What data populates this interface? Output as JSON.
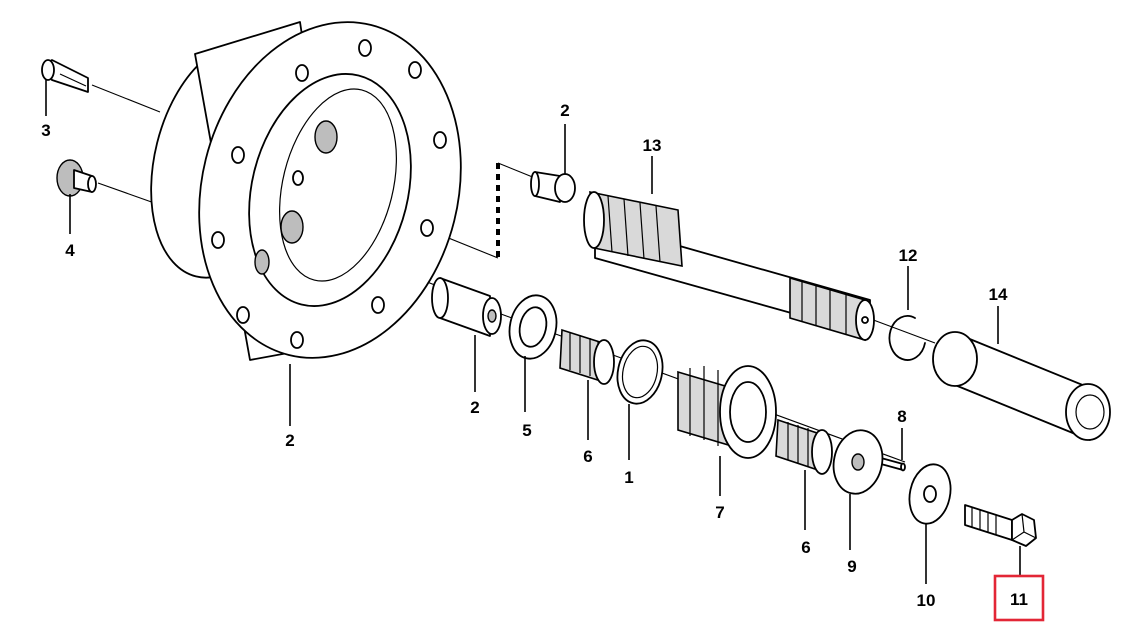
{
  "colors": {
    "ink": "#000000",
    "highlight": "#e32636",
    "paper": "#ffffff"
  },
  "labels": {
    "p3": "3",
    "p4": "4",
    "p2_hub": "2",
    "p2_bushing": "2",
    "p2_plug": "2",
    "p13": "13",
    "p12": "12",
    "p14": "14",
    "p5": "5",
    "p6_a": "6",
    "p1": "1",
    "p7": "7",
    "p6_b": "6",
    "p8": "8",
    "p9": "9",
    "p10": "10",
    "p11": "11"
  },
  "highlighted_label": "11"
}
